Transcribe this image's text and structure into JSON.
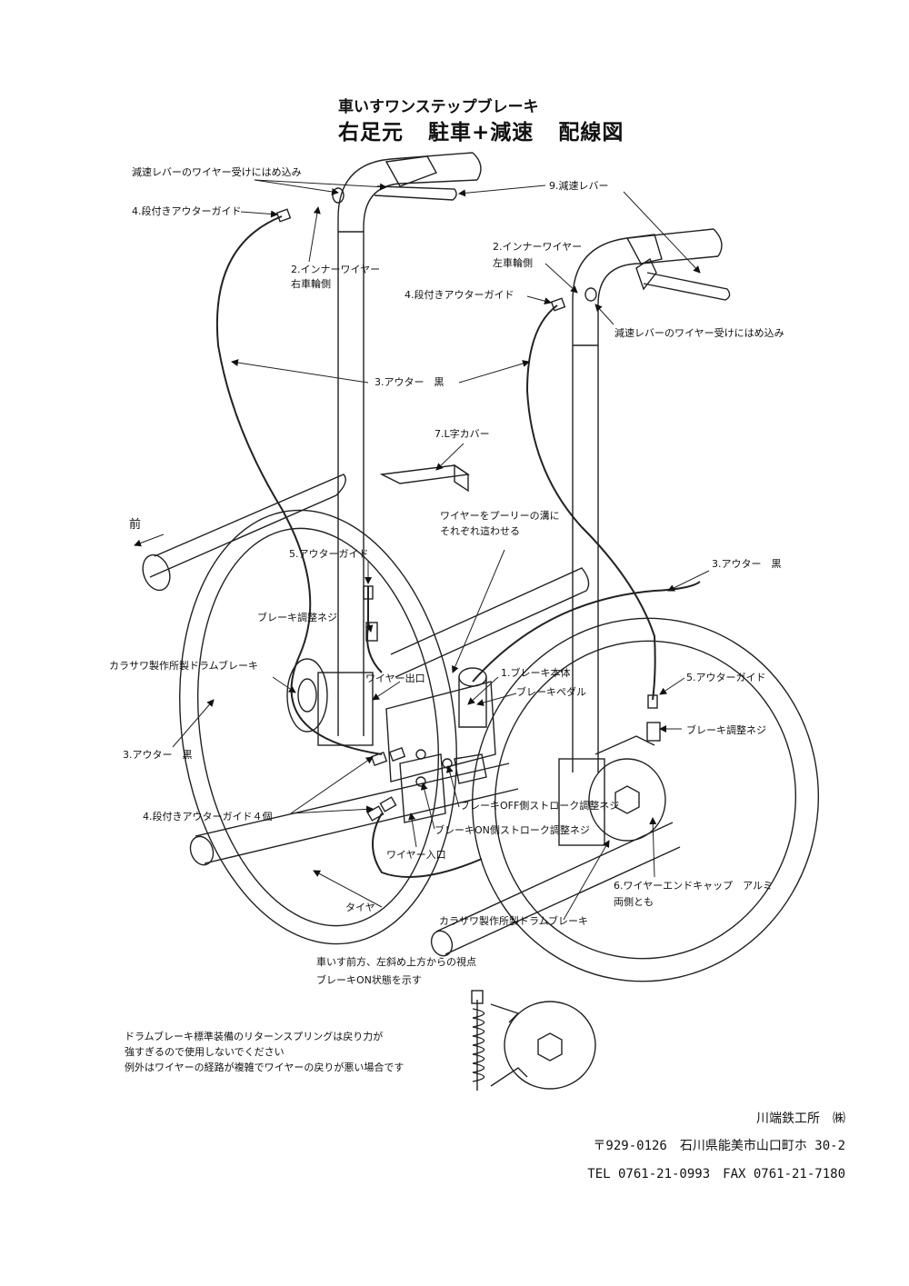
{
  "title": {
    "line1": "車いすワンステップブレーキ",
    "line2_parts": [
      "右足元",
      "駐車+減速",
      "配線図"
    ]
  },
  "labels": {
    "lever_fit_top": "減速レバーのワイヤー受けにはめ込み",
    "stepped_guide_top_left": "4.段付きアウターガイド",
    "lever_9": "9.減速レバー",
    "inner_wire_right": "2.インナーワイヤー",
    "inner_wire_right_sub": "右車輪側",
    "inner_wire_left": "2.インナーワイヤー",
    "inner_wire_left_sub": "左車輪側",
    "stepped_guide_right": "4.段付きアウターガイド",
    "lever_fit_right": "減速レバーのワイヤー受けにはめ込み",
    "outer_black_top": "3.アウター　黒",
    "l_cover": "7.L字カバー",
    "front": "前",
    "pulley_note_1": "ワイヤーをプーリーの溝に",
    "pulley_note_2": "それぞれ這わせる",
    "outer_guide_5_left": "5.アウターガイド",
    "outer_black_right": "3.アウター　黒",
    "adjust_screw_left": "ブレーキ調整ネジ",
    "drum_brake_left": "カラサワ製作所製ドラムブレーキ",
    "wire_exit": "ワイヤー出口",
    "brake_body": "1.ブレーキ本体",
    "brake_pedal": "ブレーキペダル",
    "outer_guide_5_right": "5.アウターガイド",
    "outer_black_left": "3.アウター　黒",
    "adjust_screw_right": "ブレーキ調整ネジ",
    "off_stroke": "ブレーキOFF側ストローク調整ネジ",
    "stepped_guide_4pcs": "4.段付きアウターガイド４個",
    "on_stroke": "ブレーキON側ストローク調整ネジ",
    "wire_entry": "ワイヤー入口",
    "end_cap": "6.ワイヤーエンドキャップ　アルミ",
    "end_cap_sub": "両側とも",
    "tire": "タイヤ",
    "drum_brake_bottom": "カラサワ製作所製ドラムブレーキ",
    "view_note_1": "車いす前方、左斜め上方からの視点",
    "view_note_2": "ブレーキON状態を示す"
  },
  "spring_note": [
    "ドラムブレーキ標準装備のリターンスプリングは戻り力が",
    "強すぎるので使用しないでください",
    "例外はワイヤーの経路が複雑でワイヤーの戻りが悪い場合です"
  ],
  "company": {
    "name": "川端鉄工所　㈱",
    "address": "〒929-0126　石川県能美市山口町ホ 30-2",
    "phone": "TEL 0761-21-0993　FAX 0761-21-7180"
  }
}
